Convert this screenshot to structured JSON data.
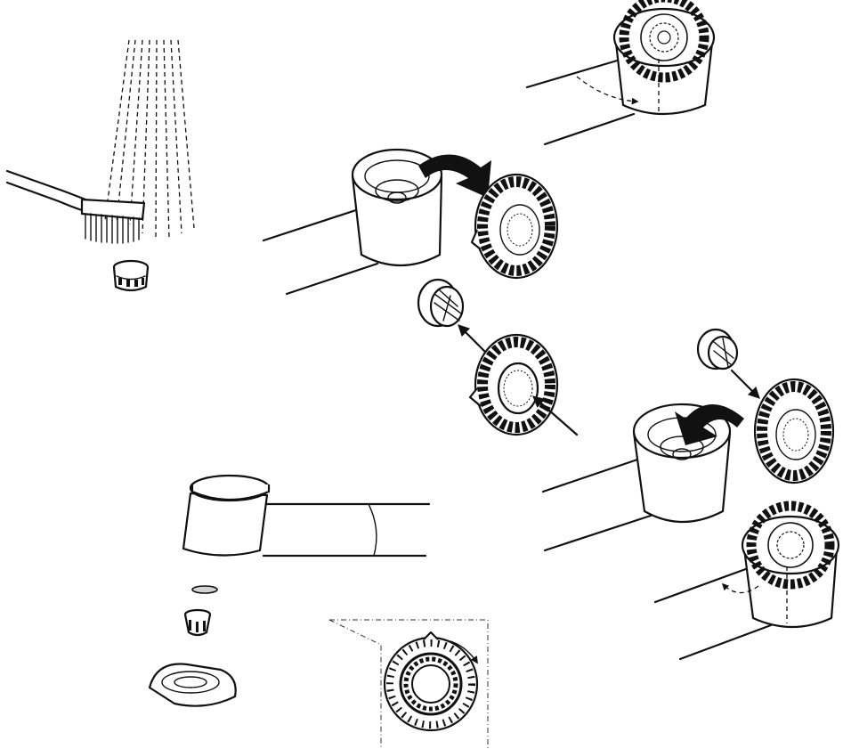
{
  "figure": {
    "kind": "aerator maintenance instruction illustration",
    "text_labels": [],
    "colors": {
      "line": "#111111",
      "background": "#ffffff",
      "fill_dark": "#111111",
      "fill_light": "#d4d4d4"
    }
  },
  "panels": [
    {
      "name": "brush-cleaning",
      "icon": "toothbrush-icon"
    },
    {
      "name": "disc-aerator-removal",
      "icon": "curved-arrow-icon"
    },
    {
      "name": "aerator-insert-extraction",
      "icon": "straight-arrow-icon"
    },
    {
      "name": "aerator-reassembly",
      "icon": "curved-arrow-icon"
    },
    {
      "name": "cylindrical-spout-parts",
      "icon": "exploded-view-icon"
    },
    {
      "name": "ring-detail",
      "icon": "magnified-detail-icon"
    }
  ]
}
